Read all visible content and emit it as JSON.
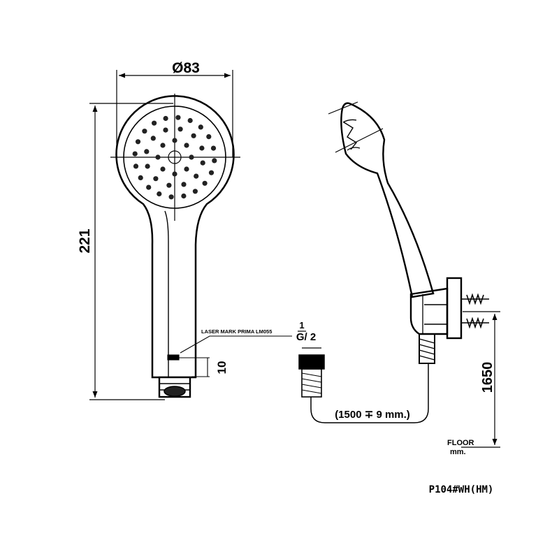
{
  "dimensions": {
    "diameter": "Ø83",
    "length": "221",
    "tip": "10",
    "height": "1650",
    "hose": "(1500 ∓ 9 mm.)"
  },
  "thread": {
    "numerator": "1",
    "denominator": "G/ 2"
  },
  "annotations": {
    "laser_mark": "LASER MARK PRIMA LM055",
    "floor_line1": "FLOOR",
    "floor_line2": "mm."
  },
  "product_code": "P104#WH(HM)",
  "spray_hole_count": 40
}
